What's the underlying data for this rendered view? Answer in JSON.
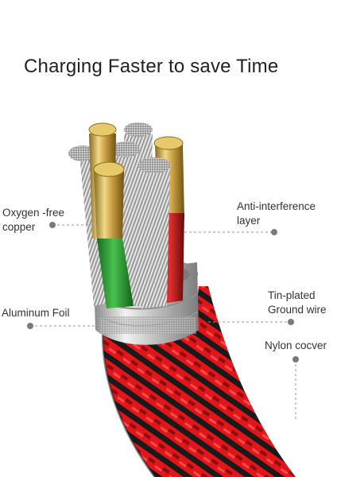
{
  "title": "Charging Faster to save Time",
  "labels": {
    "oxygen_free_copper": [
      "Oxygen -free",
      "copper"
    ],
    "anti_interference": [
      "Anti-interference",
      "layer"
    ],
    "aluminum_foil": [
      "Aluminum Foil"
    ],
    "tin_plated_ground": [
      "Tin-plated",
      "Ground wire"
    ],
    "nylon_cover": [
      "Nylon cocver"
    ]
  },
  "colors": {
    "background": "#ffffff",
    "callout_line": "#9a9a9a",
    "callout_dot": "#7a7a7a",
    "nylon_red": "#e0161b",
    "nylon_black": "#141414",
    "wire_green": "#2fa33a",
    "wire_red": "#c81a1a",
    "gold": "#c9a140",
    "silver": "#c9c9c9"
  }
}
